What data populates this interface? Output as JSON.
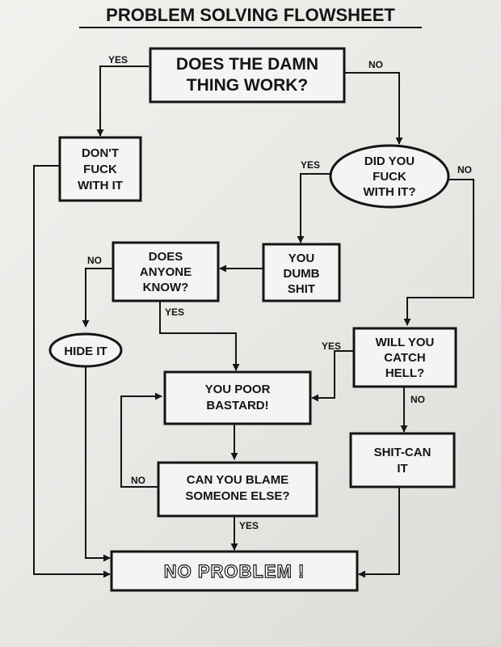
{
  "title": "PROBLEM SOLVING FLOWSHEET",
  "nodes": {
    "works": [
      "DOES THE DAMN",
      "THING WORK?"
    ],
    "dontfuck": [
      "DON'T",
      "FUCK",
      "WITH IT"
    ],
    "didyou": [
      "DID YOU",
      "FUCK",
      "WITH IT?"
    ],
    "dumb": [
      "YOU",
      "DUMB",
      "SHIT"
    ],
    "anyone": [
      "DOES",
      "ANYONE",
      "KNOW?"
    ],
    "hide": [
      "HIDE IT"
    ],
    "hell": [
      "WILL YOU",
      "CATCH",
      "HELL?"
    ],
    "poor": [
      "YOU POOR",
      "BASTARD!"
    ],
    "shitcan": [
      "SHIT-CAN",
      "IT"
    ],
    "blame": [
      "CAN YOU BLAME",
      "SOMEONE ELSE?"
    ],
    "noprob": [
      "NO PROBLEM !"
    ]
  },
  "labels": {
    "works_yes": "YES",
    "works_no": "NO",
    "didyou_yes": "YES",
    "didyou_no": "NO",
    "anyone_no": "NO",
    "anyone_yes": "YES",
    "hell_yes": "YES",
    "hell_no": "NO",
    "blame_no": "NO",
    "blame_yes": "YES"
  }
}
